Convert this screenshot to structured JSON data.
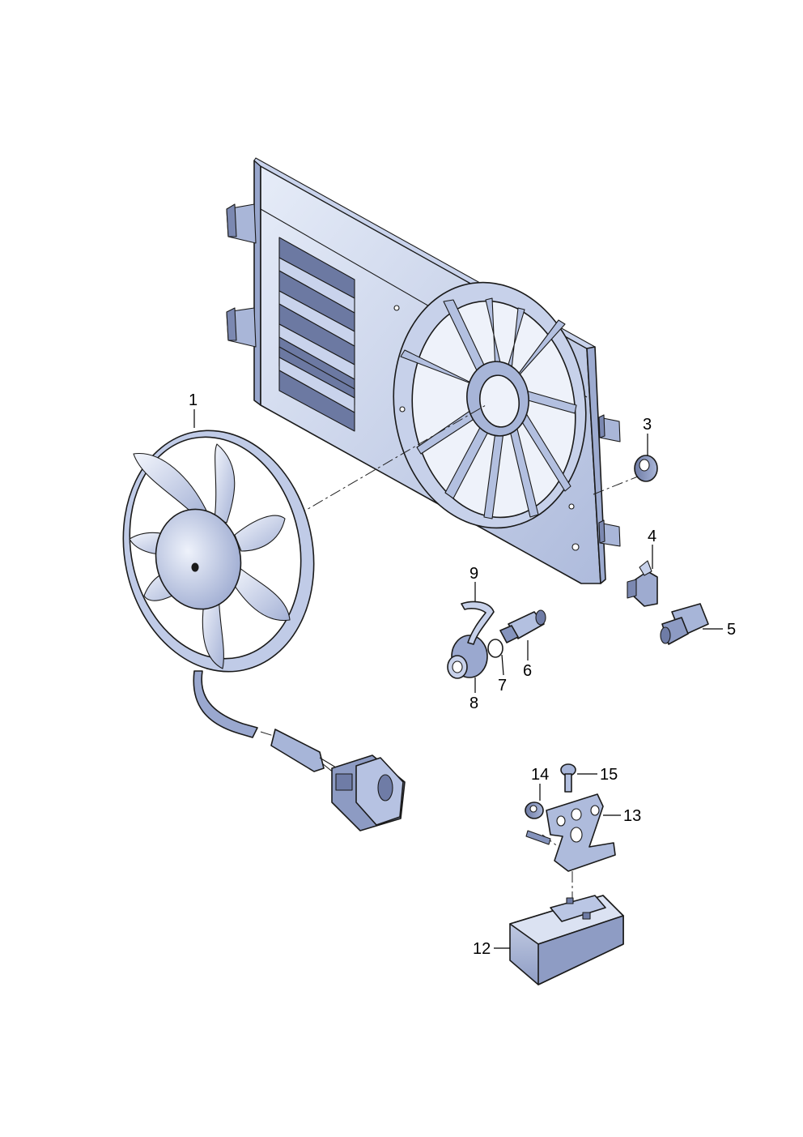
{
  "diagram": {
    "callouts": {
      "c1": "1",
      "c3": "3",
      "c4": "4",
      "c5": "5",
      "c6": "6",
      "c7": "7",
      "c8": "8",
      "c9": "9",
      "c12": "12",
      "c13": "13",
      "c14": "14",
      "c15": "15"
    }
  },
  "colors": {
    "part_light": "#dfe6f5",
    "part_mid": "#b9c6e4",
    "part_dark": "#8594bd",
    "part_shadow": "#5d6a92",
    "line": "#1a1a1a",
    "background": "#ffffff"
  },
  "icons": {
    "fan_shroud": "fan-shroud-icon",
    "fan_wheel": "fan-wheel-icon",
    "control_unit": "control-unit-icon"
  }
}
